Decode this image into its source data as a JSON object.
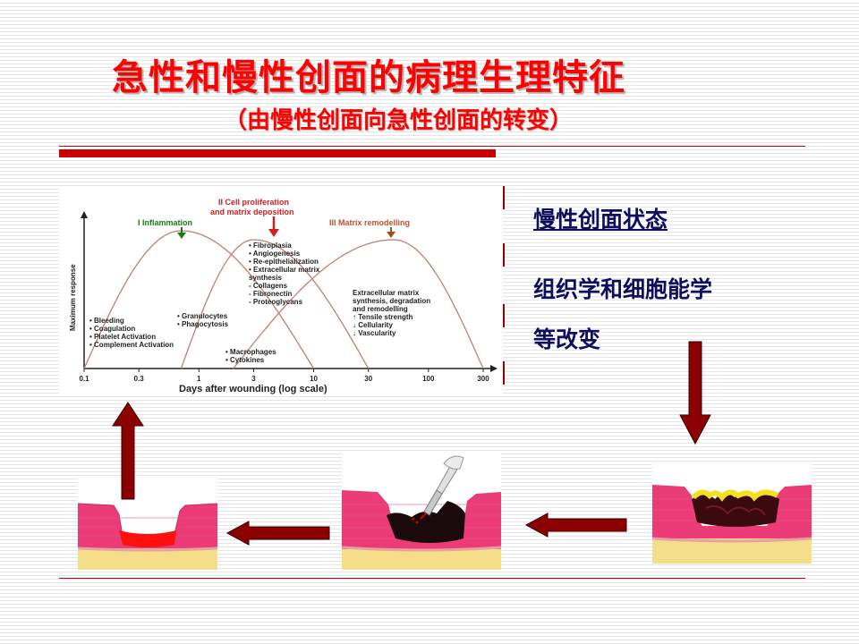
{
  "slide": {
    "title": "急性和慢性创面的病理生理特征",
    "subtitle": "（由慢性创面向急性创面的转变）"
  },
  "right_panel": {
    "heading": "慢性创面状态",
    "body_line1": "组织学和细胞能学",
    "body_line2": "等改变"
  },
  "colors": {
    "title": "#ff0000",
    "accent_bar": "#cc0000",
    "body_text": "#0e0e5c",
    "arrow": "#8b0000",
    "curve": "#c08070"
  },
  "chart_data": {
    "type": "line",
    "xlabel": "Days after wounding (log scale)",
    "ylabel": "Maximum response",
    "x_scale": "log",
    "x_ticks": [
      "0.1",
      "0.3",
      "1",
      "3",
      "10",
      "30",
      "100",
      "300"
    ],
    "phases": [
      {
        "name": "I Inflammation",
        "color": "#1a7a1a",
        "start": 0.1,
        "peak": 0.7,
        "end": 10
      },
      {
        "name": "II Cell proliferation and matrix deposition",
        "name_line1": "II Cell proliferation",
        "name_line2": "and matrix deposition",
        "color": "#d02020",
        "start": 0.7,
        "peak": 3,
        "end": 30
      },
      {
        "name": "III Matrix remodelling",
        "color": "#c05030",
        "start": 2,
        "peak": 50,
        "end": 300
      }
    ],
    "annotations": {
      "inflammation": [
        "• Bleeding",
        "• Coagulation",
        "• Platelet Activation",
        "• Complement Activation"
      ],
      "cells_early": [
        "• Granulocytes",
        "• Phagocytosis"
      ],
      "cells_late": [
        "• Macrophages",
        "• Cytokines"
      ],
      "proliferation": [
        "• Fibroplasia",
        "• Angiogenesis",
        "• Re-epithelialization",
        "• Extracellular matrix",
        "synthesis",
        "- Collagens",
        "- Fibronectin",
        "- Proteoglycans"
      ],
      "remodelling": [
        "Extracellular matrix",
        "synthesis, degradation",
        "and remodelling",
        "↑ Tensile strength",
        "↓ Cellularity",
        "↓ Vascularity"
      ]
    }
  }
}
